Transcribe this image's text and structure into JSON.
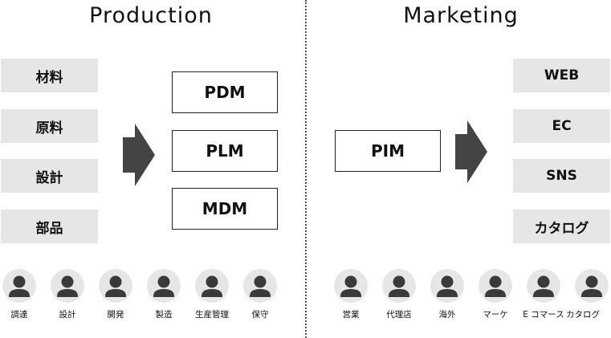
{
  "left": {
    "heading": "Production",
    "inputs": [
      "材料",
      "原料",
      "設計",
      "部品"
    ],
    "systems": [
      "PDM",
      "PLM",
      "MDM"
    ],
    "people": [
      "調達",
      "設計",
      "開発",
      "製造",
      "生産管理",
      "保守"
    ]
  },
  "right": {
    "heading": "Marketing",
    "system": "PIM",
    "outputs": [
      "WEB",
      "EC",
      "SNS",
      "カタログ"
    ],
    "people": [
      "営業",
      "代理店",
      "海外",
      "マーケ",
      "E コマース",
      "カタログ"
    ]
  },
  "colors": {
    "box_fill": "#e6e6e6",
    "arrow": "#444444",
    "person_bg": "#e6e6e6",
    "person_fg": "#3a3a3a"
  },
  "icons": {
    "arrow": "arrow-right-icon",
    "person": "person-icon"
  }
}
